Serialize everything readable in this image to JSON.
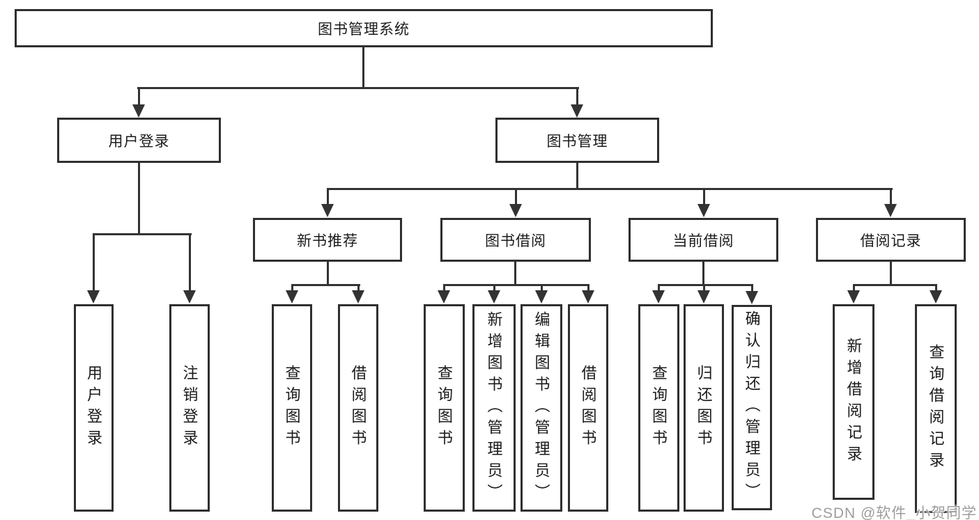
{
  "nodes": {
    "root": "图书管理系统",
    "user_login": "用户登录",
    "book_mgmt": "图书管理",
    "new_books": "新书推荐",
    "book_borrow": "图书借阅",
    "current_borrow": "当前借阅",
    "borrow_records": "借阅记录",
    "user_login_children": [
      "用户登录",
      "注销登录"
    ],
    "new_books_children": [
      "查询图书",
      "借阅图书"
    ],
    "book_borrow_children": [
      "查询图书",
      "新增图书（管理员）",
      "编辑图书（管理员）",
      "借阅图书"
    ],
    "current_borrow_children": [
      "查询图书",
      "归还图书",
      "确认归还（管理员）"
    ],
    "borrow_records_children": [
      "新增借阅记录",
      "查询借阅记录"
    ]
  },
  "watermark": {
    "text": "CSDN @软件_小贺同学"
  },
  "colors": {
    "line": "#333333",
    "box_border": "#2f2f2f",
    "text": "#1a1a1a",
    "watermark": "#9c9c9c",
    "background": "#ffffff"
  }
}
